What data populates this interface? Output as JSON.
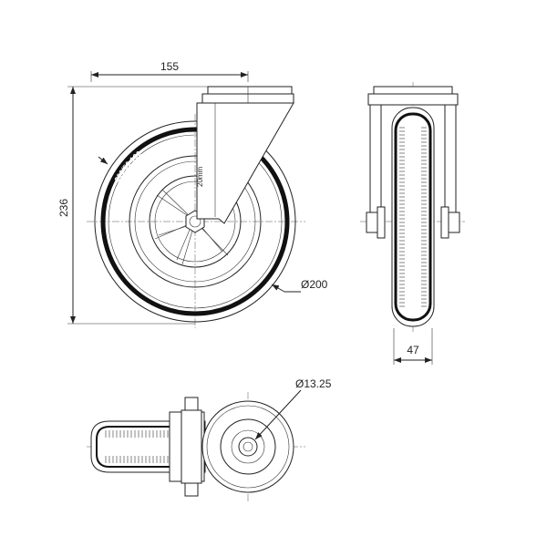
{
  "title": "Swivel caster wheel technical drawing",
  "dimensions": {
    "swivel_offset": "155",
    "total_height": "236",
    "wheel_diameter": "Ø200",
    "wheel_width": "47",
    "bolt_hole_diameter": "Ø13.25"
  },
  "tire_marking": "200/50 100",
  "plate_marking": "20mm",
  "colors": {
    "line": "#222222",
    "tire": "#111111"
  }
}
